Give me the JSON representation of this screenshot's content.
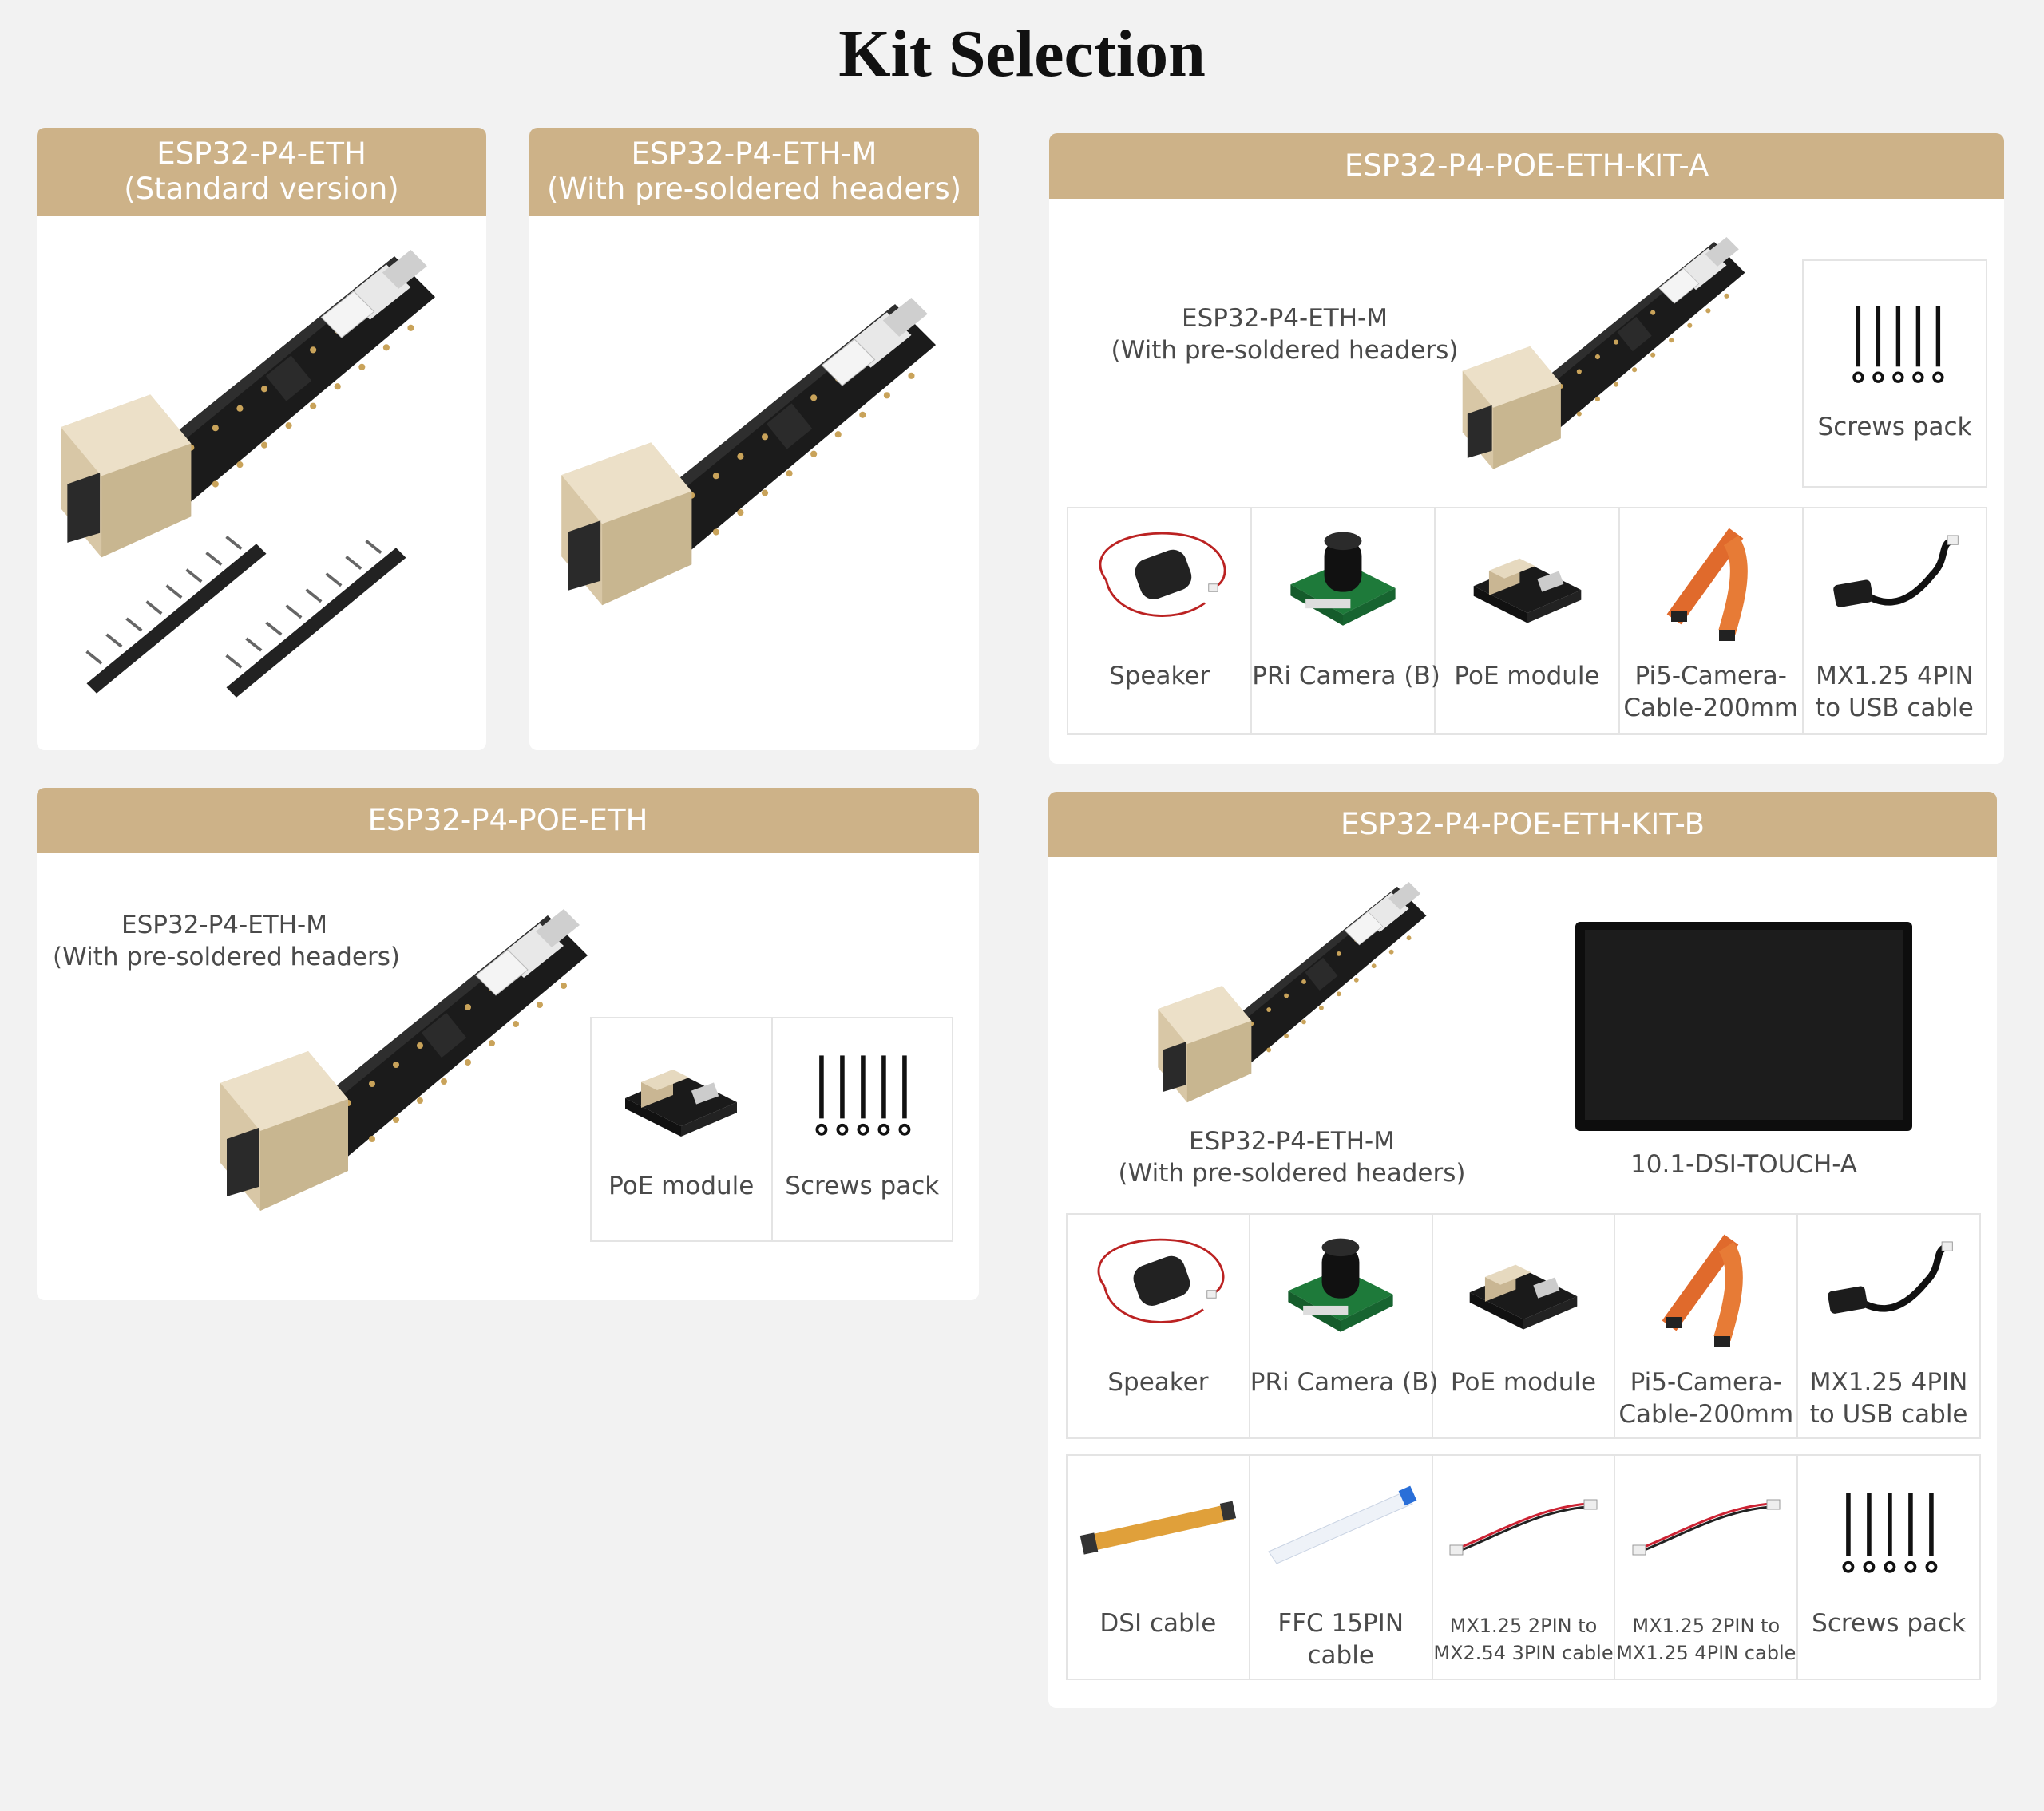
{
  "title": "Kit Selection",
  "cards": {
    "eth": {
      "title_line1": "ESP32-P4-ETH",
      "title_line2": "(Standard version)"
    },
    "ethm": {
      "title_line1": "ESP32-P4-ETH-M",
      "title_line2": "(With pre-soldered headers)"
    },
    "kita": {
      "title": "ESP32-P4-POE-ETH-KIT-A",
      "board_line1": "ESP32-P4-ETH-M",
      "board_line2": "(With pre-soldered headers)",
      "screws": "Screws pack",
      "items": [
        {
          "l1": "Speaker",
          "l2": "",
          "icon": "speaker-icon"
        },
        {
          "l1": "PRi Camera (B)",
          "l2": "",
          "icon": "camera-icon"
        },
        {
          "l1": "PoE module",
          "l2": "",
          "icon": "poe-module-icon"
        },
        {
          "l1": "Pi5-Camera-",
          "l2": "Cable-200mm",
          "icon": "ffc-cable-icon"
        },
        {
          "l1": "MX1.25 4PIN",
          "l2": "to USB cable",
          "icon": "usb-cable-icon"
        }
      ]
    },
    "poe": {
      "title": "ESP32-P4-POE-ETH",
      "board_line1": "ESP32-P4-ETH-M",
      "board_line2": "(With pre-soldered headers)",
      "items": [
        {
          "l1": "PoE module",
          "icon": "poe-module-icon"
        },
        {
          "l1": "Screws pack",
          "icon": "screws-icon"
        }
      ]
    },
    "kitb": {
      "title": "ESP32-P4-POE-ETH-KIT-B",
      "board_line1": "ESP32-P4-ETH-M",
      "board_line2": "(With pre-soldered headers)",
      "display": "10.1-DSI-TOUCH-A",
      "row1": [
        {
          "l1": "Speaker",
          "l2": "",
          "icon": "speaker-icon"
        },
        {
          "l1": "PRi Camera (B)",
          "l2": "",
          "icon": "camera-icon"
        },
        {
          "l1": "PoE module",
          "l2": "",
          "icon": "poe-module-icon"
        },
        {
          "l1": "Pi5-Camera-",
          "l2": "Cable-200mm",
          "icon": "ffc-cable-icon"
        },
        {
          "l1": "MX1.25 4PIN",
          "l2": "to USB cable",
          "icon": "usb-cable-icon"
        }
      ],
      "row2": [
        {
          "l1": "DSI cable",
          "l2": "",
          "icon": "dsi-cable-icon"
        },
        {
          "l1": "FFC 15PIN",
          "l2": "cable",
          "icon": "ffc-15pin-icon"
        },
        {
          "l1": "MX1.25 2PIN to",
          "l2": "MX2.54 3PIN cable",
          "icon": "wire-icon"
        },
        {
          "l1": "MX1.25 2PIN to",
          "l2": "MX1.25 4PIN cable",
          "icon": "wire-icon"
        },
        {
          "l1": "Screws pack",
          "l2": "",
          "icon": "screws-icon"
        }
      ]
    }
  }
}
